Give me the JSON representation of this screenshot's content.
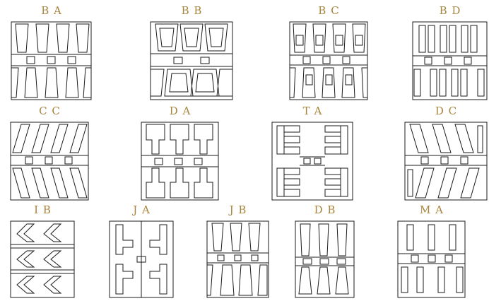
{
  "page": {
    "description": "Catalog sheet of rubber track tread pattern line drawings",
    "background": "#ffffff"
  },
  "colors": {
    "label_text": "#a8853e",
    "drawing_line": "#1b1b1b"
  },
  "rows": [
    {
      "patterns": [
        {
          "code": "BA"
        },
        {
          "code": "BB"
        },
        {
          "code": "BC"
        },
        {
          "code": "BD"
        }
      ]
    },
    {
      "patterns": [
        {
          "code": "CC"
        },
        {
          "code": "DA"
        },
        {
          "code": "TA"
        },
        {
          "code": "DC"
        }
      ]
    },
    {
      "patterns": [
        {
          "code": "IB"
        },
        {
          "code": "JA"
        },
        {
          "code": "JB"
        },
        {
          "code": "DB"
        },
        {
          "code": "MA"
        }
      ]
    }
  ]
}
